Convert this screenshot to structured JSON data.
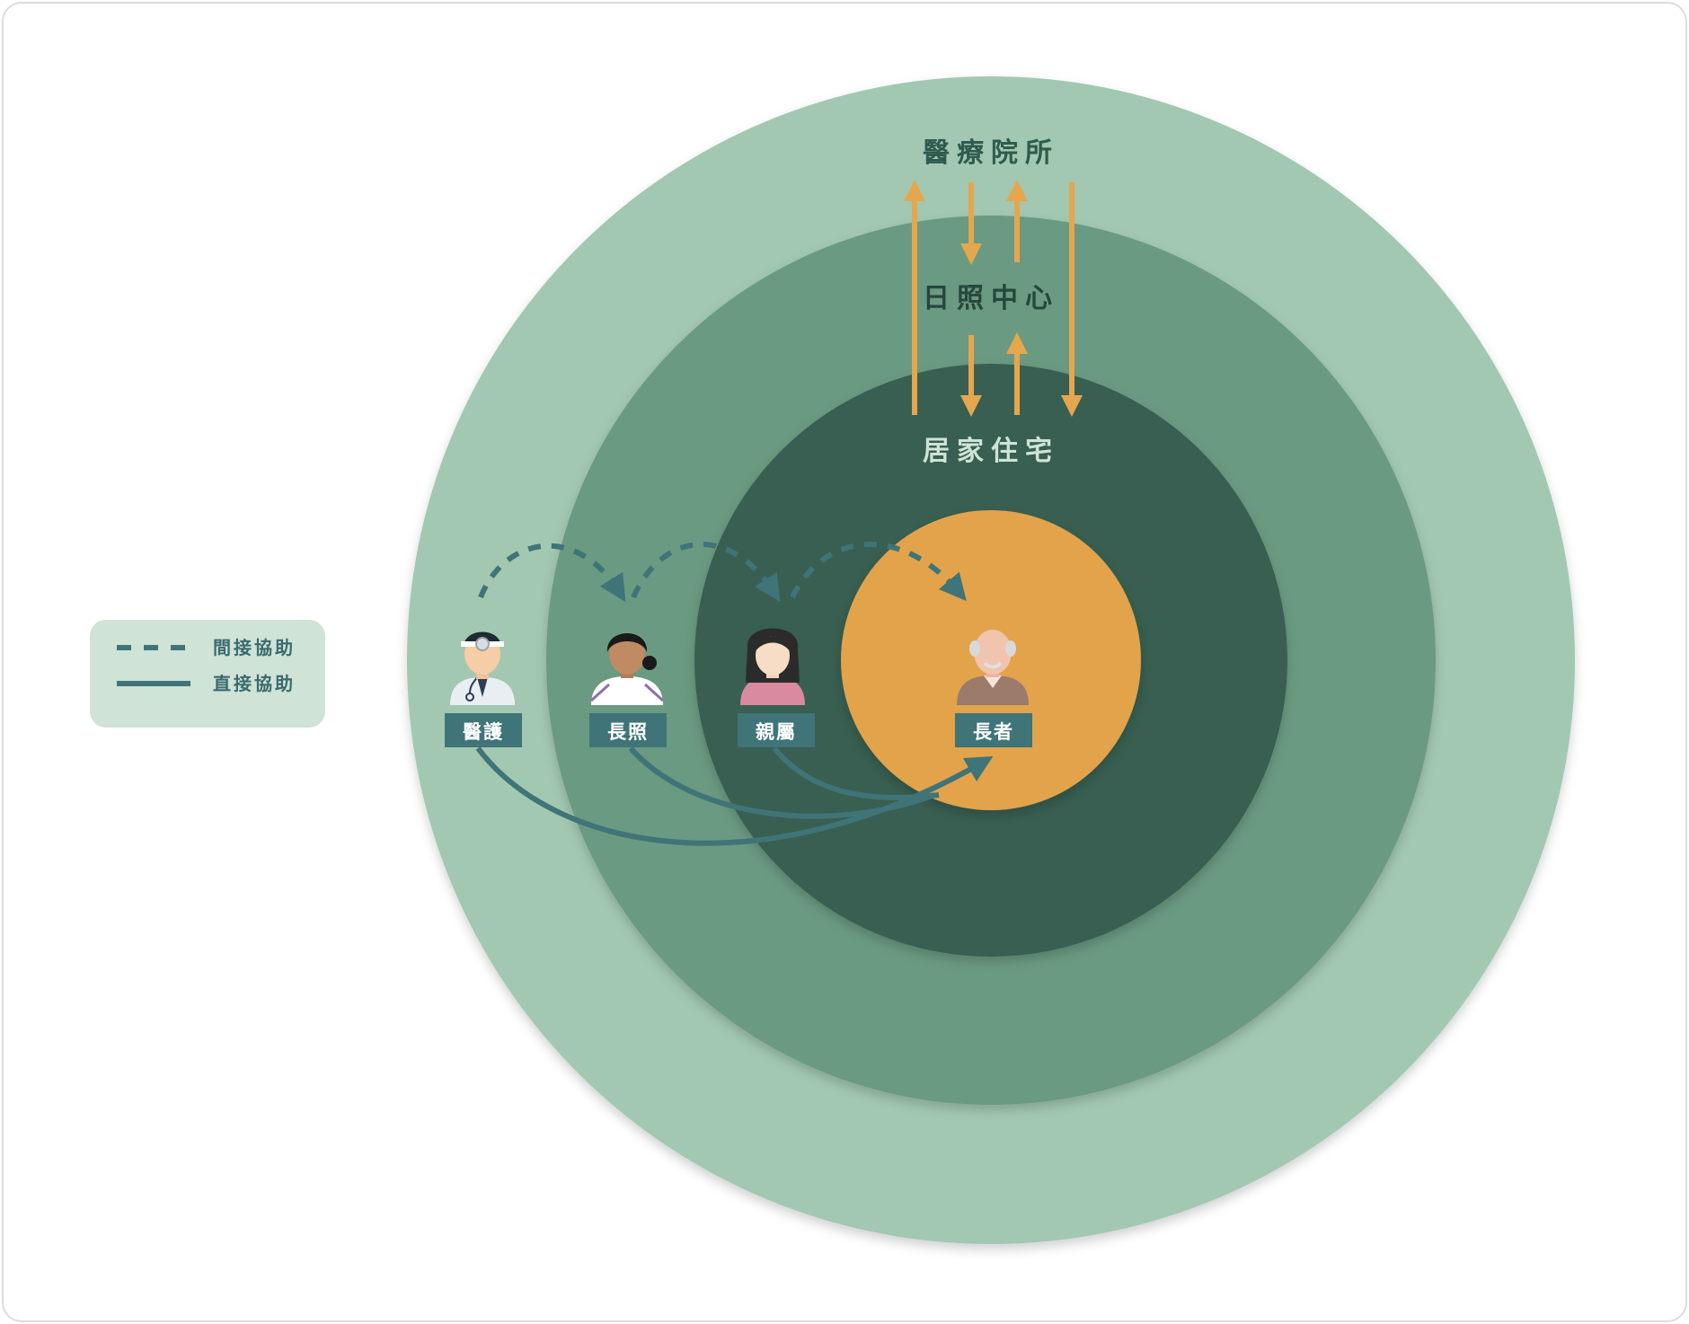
{
  "legend": {
    "indirect": "間接協助",
    "direct": "直接協助"
  },
  "rings": {
    "outer": "醫療院所",
    "middle": "日照中心",
    "inner": "居家住宅"
  },
  "people": {
    "medical": "醫護",
    "longterm_care": "長照",
    "family": "親屬",
    "elder": "長者"
  },
  "colors": {
    "outer_ring": "#a2c8b1",
    "middle_ring": "#6a9a81",
    "inner_ring": "#385e51",
    "core": "#e2a34c",
    "arrow_orange": "#e5a64e",
    "connector": "#3f7478",
    "tag": "#3f7478"
  }
}
